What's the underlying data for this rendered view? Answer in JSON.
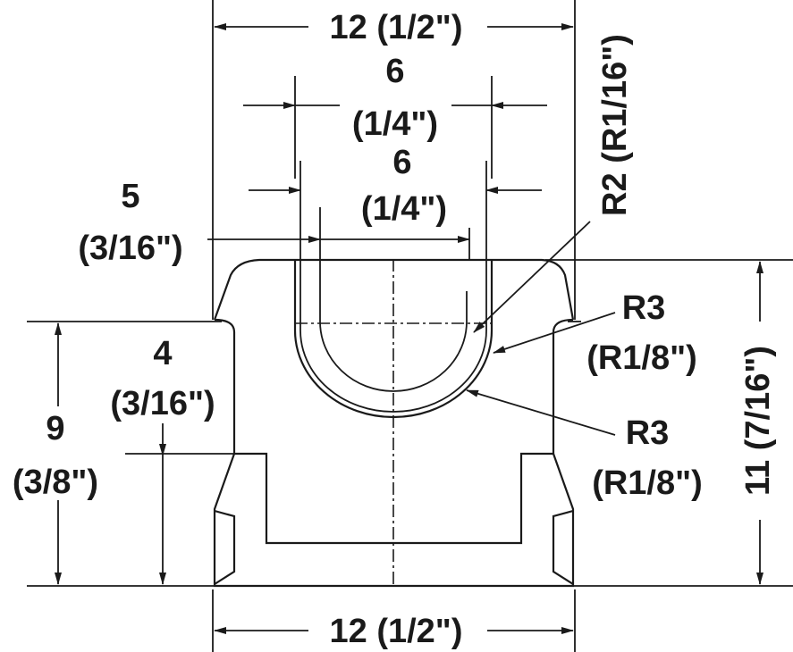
{
  "dimensions": {
    "top_width": "12 (1/2\")",
    "bottom_width": "12 (1/2\")",
    "channel_outer_mm": "6",
    "channel_outer_in": "(1/4\")",
    "channel_inner_mm": "6",
    "channel_inner_in": "(1/4\")",
    "offset_mm": "5",
    "offset_in": "(3/16\")",
    "lower_height_mm": "4",
    "lower_height_in": "(3/16\")",
    "body_height_mm": "9",
    "body_height_in": "(3/8\")",
    "total_height": "11 (7/16\")",
    "radius_small": "R2 (R1/16\")",
    "radius_a_mm": "R3",
    "radius_a_in": "(R1/8\")",
    "radius_b_mm": "R3",
    "radius_b_in": "(R1/8\")"
  }
}
